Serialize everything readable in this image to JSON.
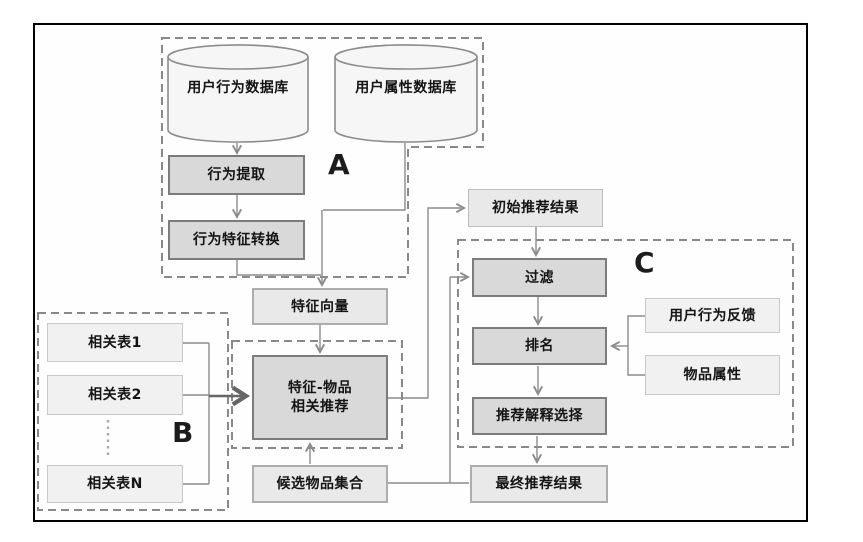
{
  "diagram": {
    "sections": {
      "a_label": "A",
      "b_label": "B",
      "c_label": "C"
    },
    "databases": {
      "behavior_db": "用户行为数据库",
      "attribute_db": "用户属性数据库"
    },
    "nodes": {
      "behavior_extract": "行为提取",
      "behavior_feature_transform": "行为特征转换",
      "feature_vector": "特征向量",
      "feature_item_rec_line1": "特征-物品",
      "feature_item_rec_line2": "相关推荐",
      "related_table_1": "相关表1",
      "related_table_2": "相关表2",
      "related_table_n": "相关表N",
      "candidate_item_set": "候选物品集合",
      "initial_rec_result": "初始推荐结果",
      "filter": "过滤",
      "ranking": "排名",
      "rec_explanation_select": "推荐解释选择",
      "final_rec_result": "最终推荐结果",
      "user_behavior_feedback": "用户行为反馈",
      "item_attribute": "物品属性"
    },
    "colors": {
      "process_box_fill": "#d9d9d9",
      "result_box_fill": "#e9e9e9",
      "input_box_fill": "#f1f1f1",
      "box_border": "#7c7c7c",
      "connector": "#8c8c8c",
      "dashed_group": "#898989",
      "frame": "#000000"
    }
  }
}
